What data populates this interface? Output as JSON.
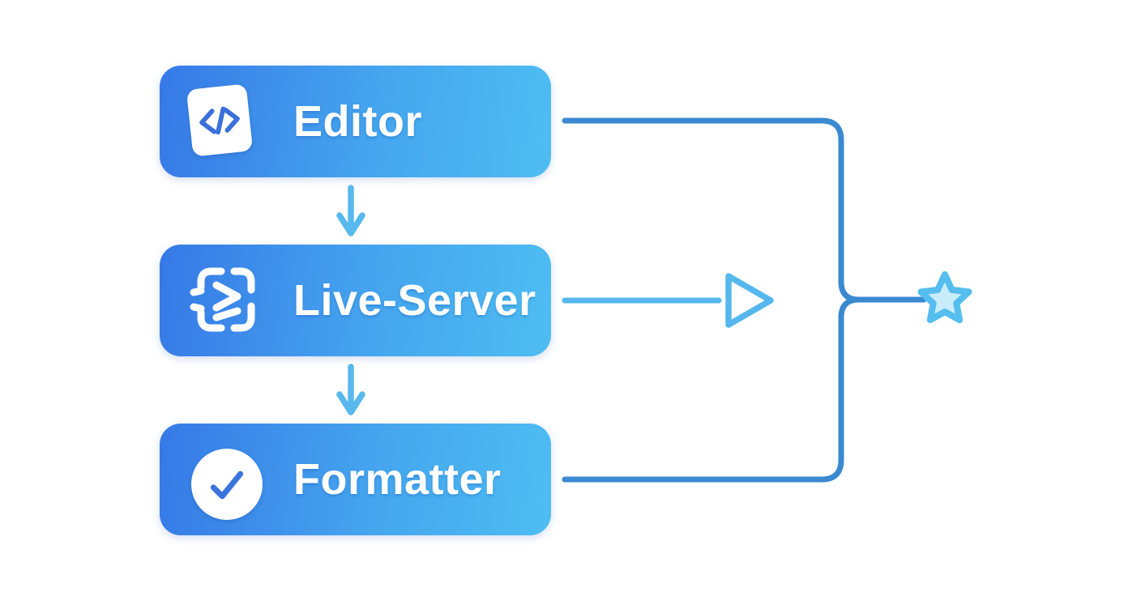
{
  "diagram": {
    "title": "Editor to Live-Server to Formatter flow",
    "nodes": [
      {
        "label": "Editor",
        "icon": "code-icon"
      },
      {
        "label": "Live-Server",
        "icon": "live-server-icon"
      },
      {
        "label": "Formatter",
        "icon": "checkmark-icon"
      }
    ],
    "connectors": [
      {
        "from": "Editor",
        "to": "merge-point",
        "style": "elbow-down"
      },
      {
        "from": "Live-Server",
        "to": "play-icon",
        "style": "straight-right"
      },
      {
        "from": "Formatter",
        "to": "merge-point",
        "style": "elbow-up"
      },
      {
        "from": "merge-point",
        "to": "star-icon",
        "style": "straight-right"
      },
      {
        "from": "Editor",
        "to": "Live-Server",
        "style": "arrow-down"
      },
      {
        "from": "Live-Server",
        "to": "Formatter",
        "style": "arrow-down"
      }
    ],
    "colors": {
      "node_gradient_start": "#3679e7",
      "node_gradient_end": "#4ebdf2",
      "connector_dark": "#3a89d1",
      "connector_light": "#55b7ed",
      "icon_glyph_blue": "#3b70da",
      "star_stroke": "#55beee",
      "star_fill": "#c9ecfa",
      "label_text": "#ffffff",
      "background": "#ffffff"
    }
  }
}
